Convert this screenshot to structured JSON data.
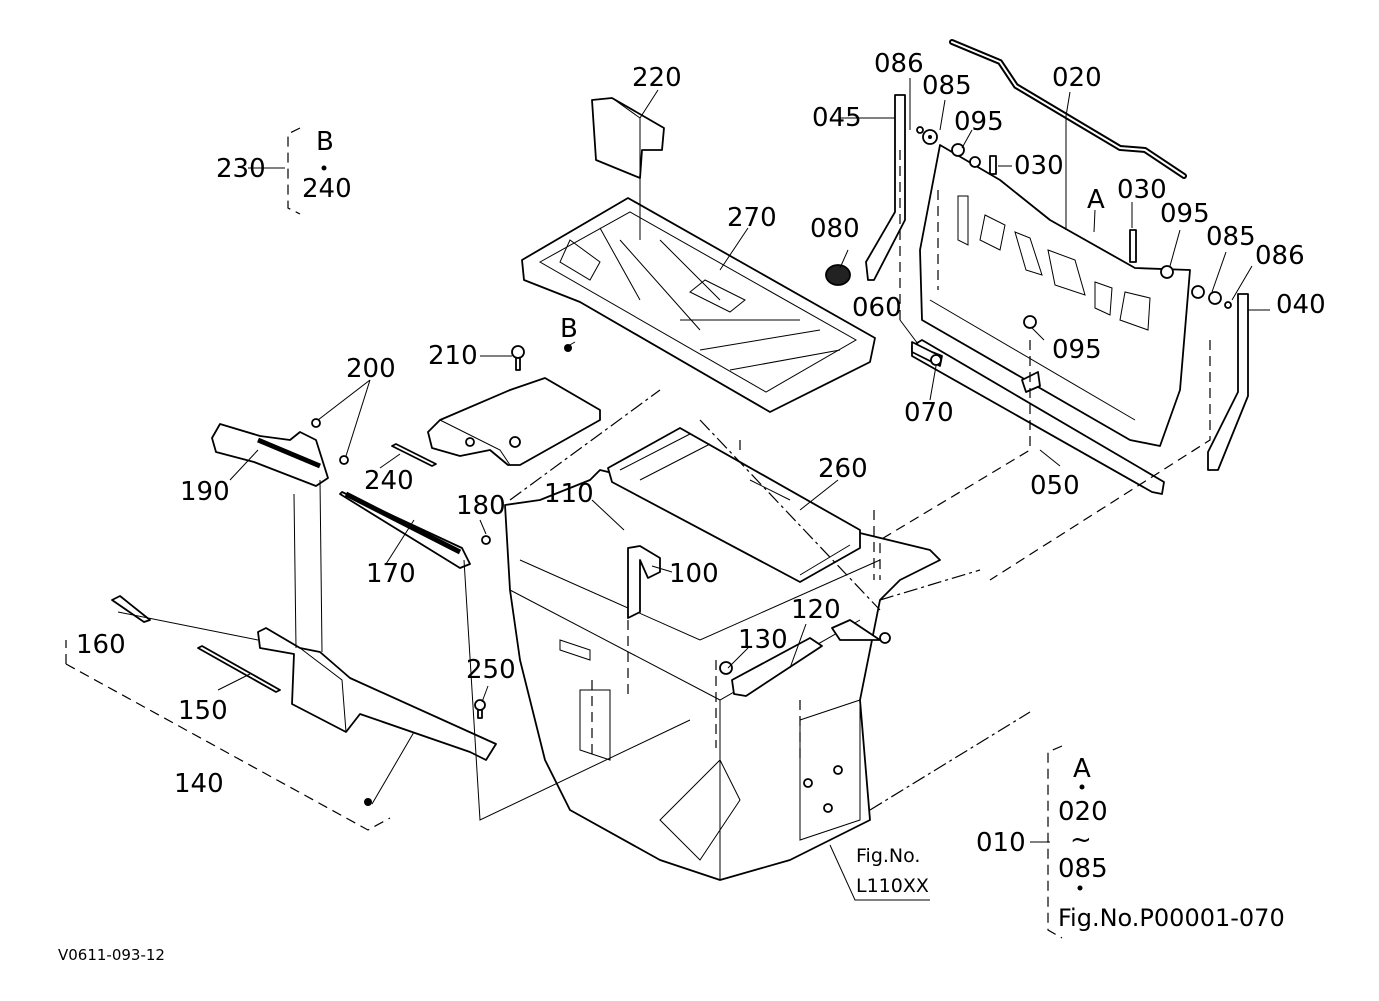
{
  "labels": {
    "l010": "010",
    "l020": "020",
    "l030a": "030",
    "l030b": "030",
    "l040": "040",
    "l045": "045",
    "l050": "050",
    "l060": "060",
    "l070": "070",
    "l080": "080",
    "l085a": "085",
    "l085b": "085",
    "l086a": "086",
    "l086b": "086",
    "l095a": "095",
    "l095b": "095",
    "l095c": "095",
    "l100": "100",
    "l110": "110",
    "l120": "120",
    "l130": "130",
    "l140": "140",
    "l150": "150",
    "l160": "160",
    "l170": "170",
    "l180": "180",
    "l190": "190",
    "l200": "200",
    "l210": "210",
    "l220": "220",
    "l230": "230",
    "l240a": "240",
    "l250": "250",
    "l260": "260",
    "l270": "270",
    "refA": "A",
    "refB": "B"
  },
  "group_b": {
    "ref": "B",
    "range_end": "240"
  },
  "group_a": {
    "ref": "A",
    "range_start": "020",
    "tilde": "~",
    "range_end": "085",
    "fig_ref": "Fig.No.P00001-070"
  },
  "fig_callout": {
    "line1": "Fig.No.",
    "line2": "L110XX"
  },
  "footer": {
    "code": "V0611-093-12"
  }
}
